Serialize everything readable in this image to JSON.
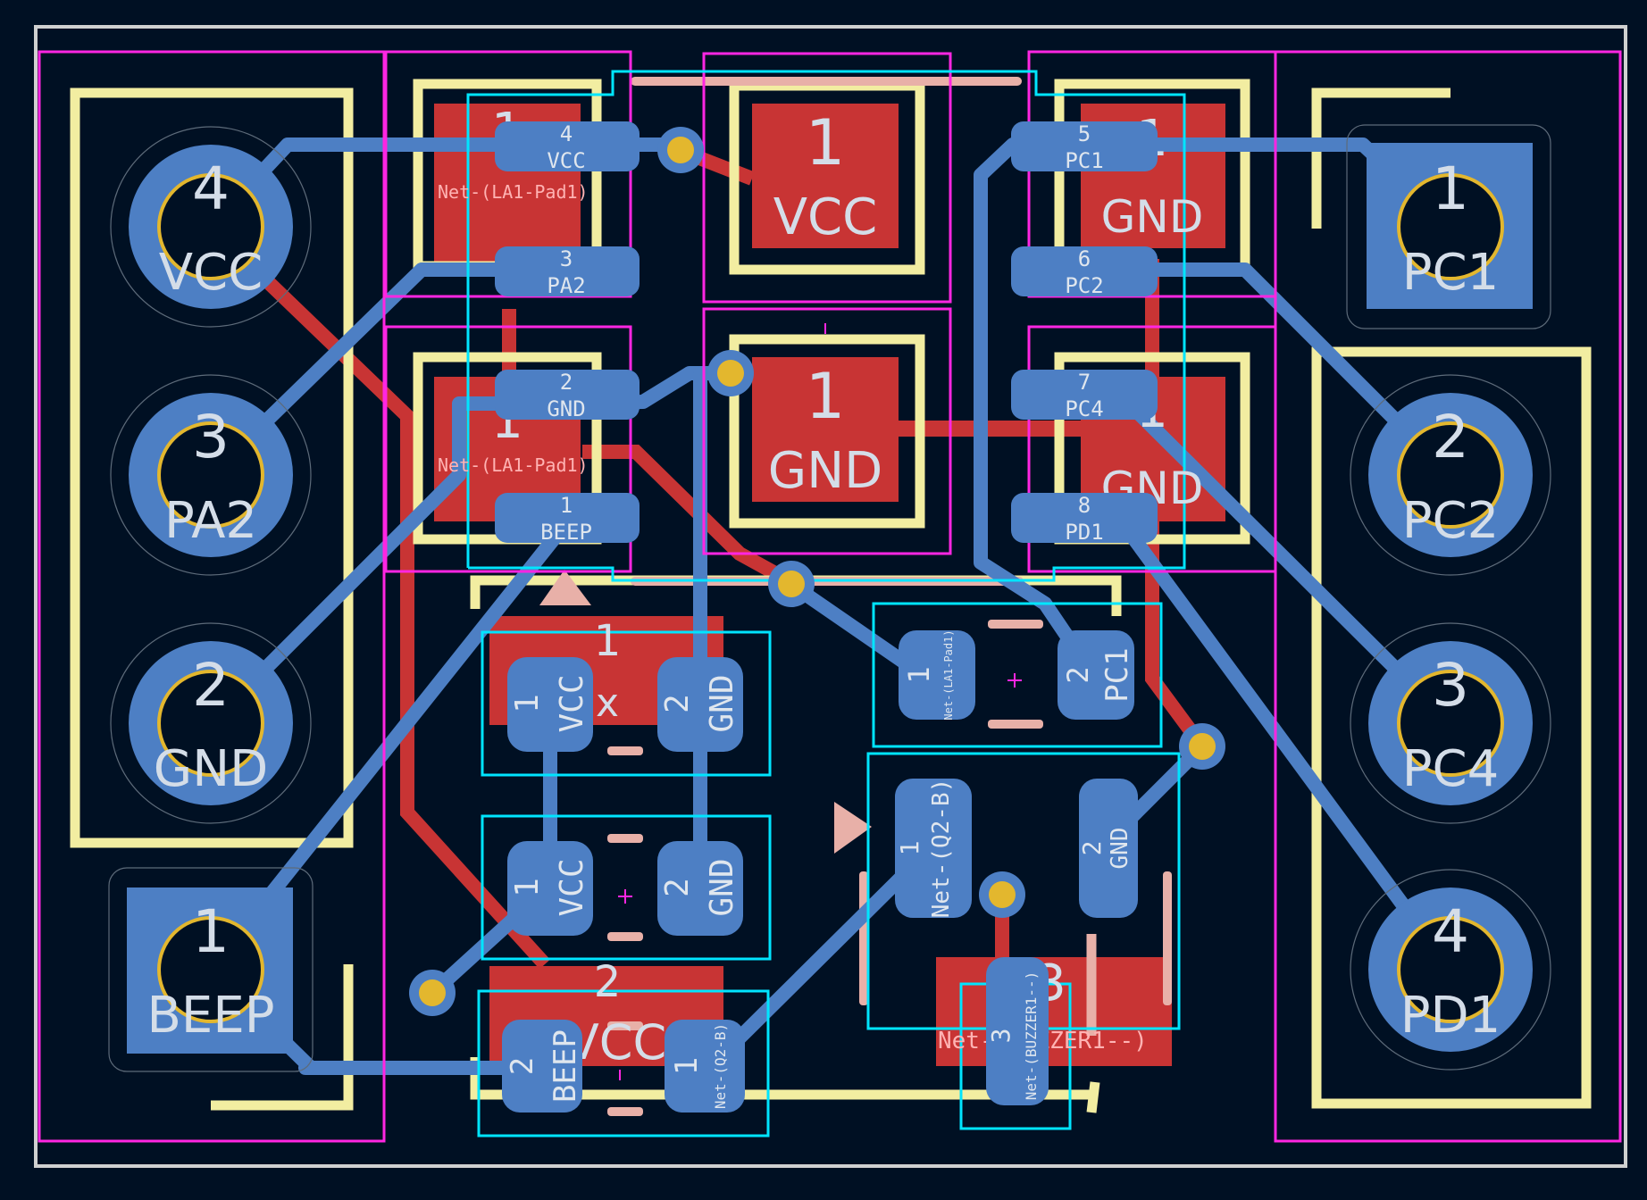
{
  "colors": {
    "background": "#001023",
    "board_edge": "#d0d0d0",
    "courtyard": "#ff26e2",
    "fab_outline": "#00e5ff",
    "silkscreen": "#f2eda1",
    "front_copper": "#c83434",
    "back_copper": "#4d7fc4",
    "via_ring": "#e3b72e",
    "back_silk": "#e8b0a8"
  },
  "headers": {
    "left": [
      {
        "num": "4",
        "net": "VCC"
      },
      {
        "num": "3",
        "net": "PA2"
      },
      {
        "num": "2",
        "net": "GND"
      },
      {
        "num": "1",
        "net": "BEEP"
      }
    ],
    "right": [
      {
        "num": "1",
        "net": "PC1"
      },
      {
        "num": "2",
        "net": "PC2"
      },
      {
        "num": "3",
        "net": "PC4"
      },
      {
        "num": "4",
        "net": "PD1"
      }
    ]
  },
  "smd_pads": {
    "vcc": {
      "num": "1",
      "net": "VCC"
    },
    "gnd": {
      "num": "1",
      "net": "GND"
    },
    "right_top": {
      "num": "1",
      "net": "GND"
    },
    "right_bottom": {
      "num": "1",
      "net": "GND"
    },
    "left_top_num": "1",
    "left_bottom_num": "1"
  },
  "ic_pins": {
    "left": [
      {
        "num": "4",
        "net": "VCC"
      },
      {
        "num": "3",
        "net": "PA2"
      },
      {
        "num": "2",
        "net": "GND"
      },
      {
        "num": "1",
        "net": "BEEP"
      }
    ],
    "right": [
      {
        "num": "5",
        "net": "PC1"
      },
      {
        "num": "6",
        "net": "PC2"
      },
      {
        "num": "7",
        "net": "PC4"
      },
      {
        "num": "8",
        "net": "PD1"
      }
    ]
  },
  "net_labels": {
    "la1_top": "Net-(LA1-Pad1)",
    "la1_mid": "Net-(LA1-Pad1)",
    "q2b_small": "Net-(Q2-B)",
    "buzzer": "Net-(BUZZER1--)",
    "la1_small": "Net-(LA1-Pad1)"
  },
  "front_pad_labels": {
    "c1_num": "1",
    "c1_suffix": "x",
    "c2_num": "2",
    "c2_net": "VCC",
    "buzzer_num": "3"
  },
  "back_pads": {
    "cap_top": [
      {
        "num": "1",
        "net": "VCC"
      },
      {
        "num": "2",
        "net": "GND"
      }
    ],
    "cap_bottom": [
      {
        "num": "1",
        "net": "VCC"
      },
      {
        "num": "2",
        "net": "GND"
      }
    ],
    "res_bottom": [
      {
        "num": "2",
        "net": "BEEP"
      },
      {
        "num": "1",
        "net": "Net-(Q2-B)"
      }
    ],
    "la1": [
      {
        "num": "1",
        "net": "Net-(LA1-Pad1)"
      },
      {
        "num": "2",
        "net": "PC1"
      }
    ],
    "q2": [
      {
        "num": "1",
        "net": "Net-(Q2-B)"
      },
      {
        "num": "2",
        "net": "GND"
      },
      {
        "num": "3",
        "net": "Net-(BUZZER1--)"
      }
    ]
  }
}
